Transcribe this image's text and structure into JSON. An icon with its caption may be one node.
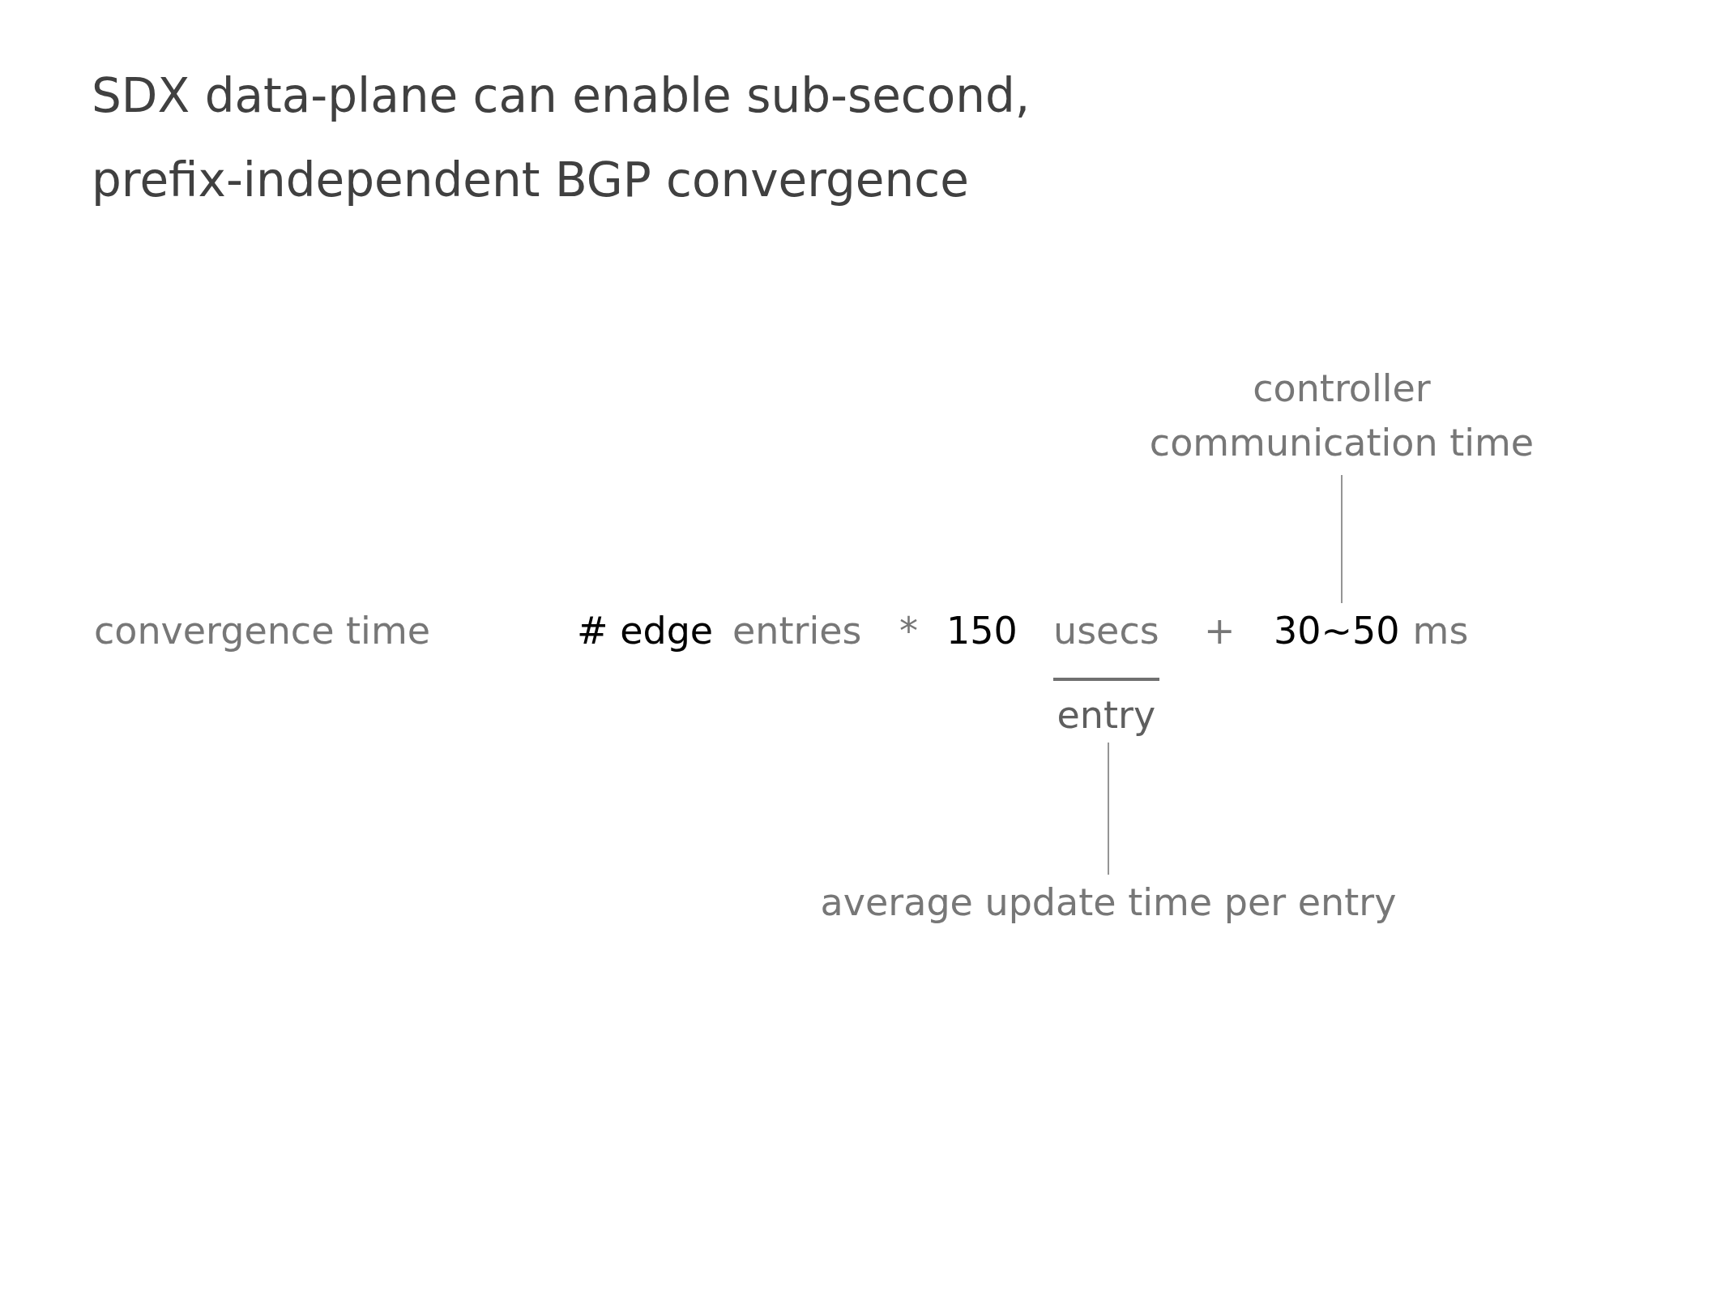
{
  "diagram": {
    "title": "SDX data-plane can enable sub-second, prefix-independent BGP convergence",
    "nodes": [
      {
        "text": [
          "controller communication time"
        ]
      },
      {
        "text": [
          "usecs",
          "entry"
        ]
      },
      {
        "text": [
          "30~50",
          "ms"
        ]
      },
      {
        "text": [
          "average update time per entry"
        ]
      }
    ],
    "edges": [
      {
        "from": 0,
        "to": 2,
        "arrow": "none"
      },
      {
        "from": 3,
        "to": 1,
        "arrow": "none"
      }
    ],
    "labels": [
      "convergence time",
      "# edge",
      "entries",
      "*",
      "150",
      "+"
    ]
  }
}
